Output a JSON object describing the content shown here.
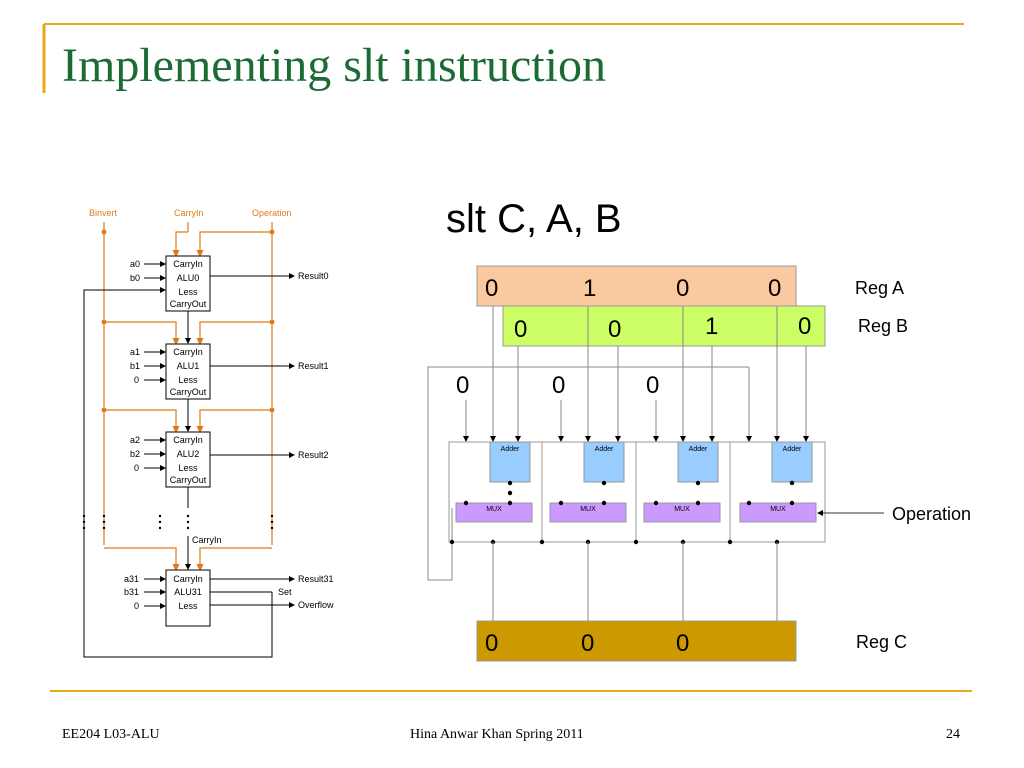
{
  "slide": {
    "title": "Implementing slt instruction",
    "footer_left": "EE204 L03-ALU",
    "footer_center": "Hina Anwar Khan Spring 2011",
    "page_number": "24"
  },
  "colors": {
    "title": "#1b6b35",
    "frame": "#e8a817",
    "control": "#e07a1a",
    "reg_a": "#fbc9a0",
    "reg_b": "#ccff66",
    "reg_c": "#cc9900",
    "adder": "#99ccff",
    "mux": "#cc99ff"
  },
  "left_diagram": {
    "controls": [
      "Binvert",
      "CarryIn",
      "Operation"
    ],
    "alus": [
      {
        "inputs": [
          "a0",
          "b0"
        ],
        "lines": [
          "CarryIn",
          "ALU0",
          "Less",
          "CarryOut"
        ],
        "result": "Result0"
      },
      {
        "inputs": [
          "a1",
          "b1",
          "0"
        ],
        "lines": [
          "CarryIn",
          "ALU1",
          "Less",
          "CarryOut"
        ],
        "result": "Result1"
      },
      {
        "inputs": [
          "a2",
          "b2",
          "0"
        ],
        "lines": [
          "CarryIn",
          "ALU2",
          "Less",
          "CarryOut"
        ],
        "result": "Result2"
      },
      {
        "inputs": [
          "a31",
          "b31",
          "0"
        ],
        "lines": [
          "CarryIn",
          "ALU31",
          "Less"
        ],
        "result": "Result31"
      }
    ],
    "carry_in_label": "CarryIn",
    "set_label": "Set",
    "overflow_label": "Overflow"
  },
  "right_diagram": {
    "instruction": "slt C, A, B",
    "reg_a": {
      "label": "Reg A",
      "bits": [
        "0",
        "1",
        "0",
        "0"
      ]
    },
    "reg_b": {
      "label": "Reg B",
      "bits": [
        "0",
        "0",
        "1",
        "0"
      ]
    },
    "intermediate_bits": [
      "0",
      "0",
      "0"
    ],
    "adder_label": "Adder",
    "mux_label": "MUX",
    "operation_label": "Operation",
    "reg_c": {
      "label": "Reg C",
      "bits": [
        "0",
        "0",
        "0"
      ]
    }
  }
}
